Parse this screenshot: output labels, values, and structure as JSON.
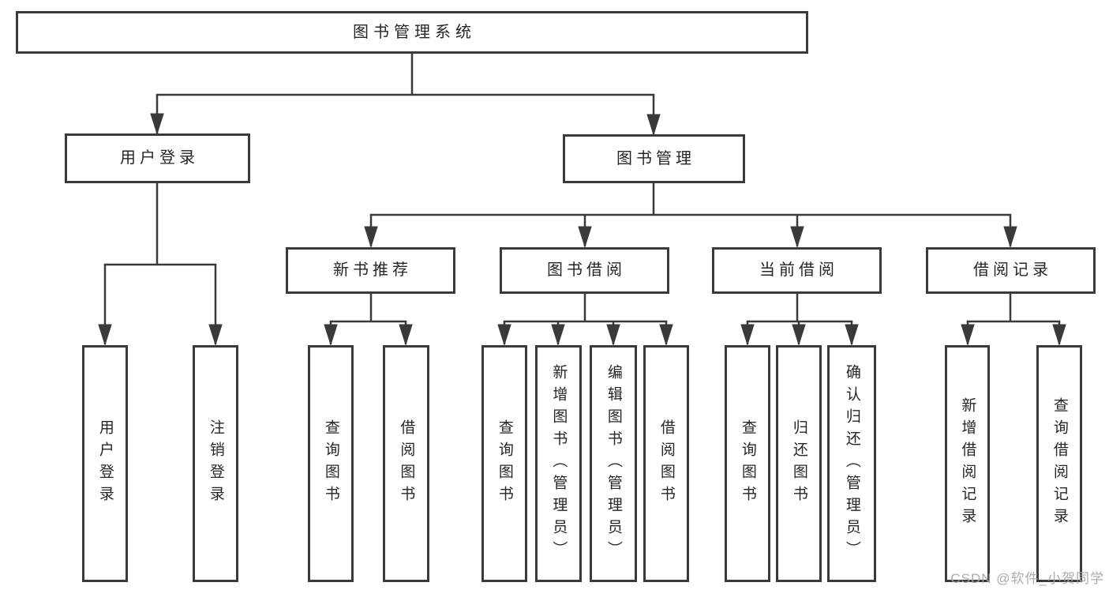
{
  "diagram": {
    "title": "图书管理系统",
    "nodes": {
      "root": "图书管理系统",
      "user_login": "用户登录",
      "book_mgmt": "图书管理",
      "new_books": "新书推荐",
      "book_borrow": "图书借阅",
      "current_borrow": "当前借阅",
      "borrow_records": "借阅记录",
      "ul_children": [
        "用户登录",
        "注销登录"
      ],
      "nb_children": [
        "查询图书",
        "借阅图书"
      ],
      "bb_children": [
        "查询图书",
        "新增图书（管理员）",
        "编辑图书（管理员）",
        "借阅图书"
      ],
      "cb_children": [
        "查询图书",
        "归还图书",
        "确认归还（管理员）"
      ],
      "br_children": [
        "新增借阅记录",
        "查询借阅记录"
      ]
    }
  },
  "watermark": "CSDN @软件_小贺同学",
  "colors": {
    "line": "#3a3a3a",
    "text": "#262626",
    "watermark": "#a6a6a6",
    "background": "#ffffff"
  }
}
